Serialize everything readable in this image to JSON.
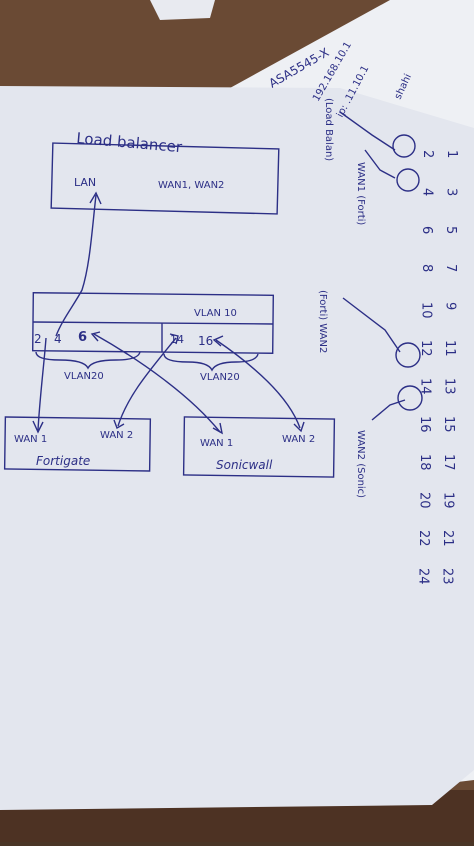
{
  "colors": {
    "ink": "#2c2f86",
    "paper_back": "#eef0f4",
    "paper_front": "#e3e6ee",
    "table": "#6a4a34",
    "table_bottom": "#4d3223"
  },
  "diagram": {
    "load_balancer": {
      "title": "Load balancer",
      "lan": "LAN",
      "wan": "WAN1, WAN2"
    },
    "switch": {
      "vlan10": "VLAN 10",
      "ports": {
        "p2": "2",
        "p4": "4",
        "p6": "6",
        "p14": "14",
        "p16": "16"
      },
      "vlan20_left": "VLAN20",
      "vlan20_right": "VLAN20"
    },
    "fortigate": {
      "wan1": "WAN 1",
      "wan2": "WAN 2",
      "name": "Fortigate"
    },
    "sonicwall": {
      "wan1": "WAN 1",
      "wan2": "WAN 2",
      "name": "Sonicwall"
    }
  },
  "back_notes": {
    "asa": "ASA5545-X",
    "ip1": "192.168.10.1",
    "ip2": "ip: .11.10.1",
    "shahi": "shahi",
    "load_label": "(Load Balan)",
    "wan1_label": "WAN1 (Forti)",
    "wan2_forti": "(Forti) WAN2",
    "wan2_sonic": "WAN2 (Sonic)",
    "port_pairs": [
      [
        "1",
        "2"
      ],
      [
        "3",
        "4"
      ],
      [
        "5",
        "6"
      ],
      [
        "7",
        "8"
      ],
      [
        "9",
        "10"
      ],
      [
        "11",
        "12"
      ],
      [
        "13",
        "14"
      ],
      [
        "15",
        "16"
      ],
      [
        "17",
        "18"
      ],
      [
        "19",
        "20"
      ],
      [
        "21",
        "22"
      ],
      [
        "23",
        "24"
      ]
    ]
  }
}
